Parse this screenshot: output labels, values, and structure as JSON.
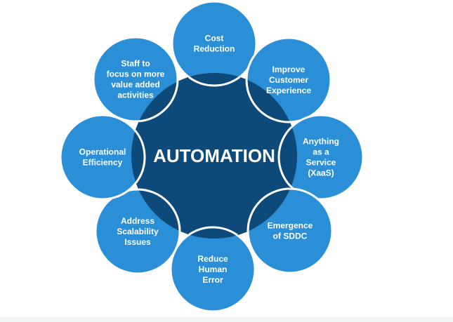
{
  "center": {
    "label": "AUTOMATION",
    "color": "#0d4a79"
  },
  "petal_color": "#2b8fd8",
  "petals": [
    {
      "name": "cost-reduction",
      "lines": [
        "Cost",
        "Reduction"
      ]
    },
    {
      "name": "improve-customer-experience",
      "lines": [
        "Improve",
        "Customer",
        "Experience"
      ]
    },
    {
      "name": "anything-as-a-service",
      "lines": [
        "Anything",
        "as a",
        "Service",
        "(XaaS)"
      ]
    },
    {
      "name": "emergence-of-sddc",
      "lines": [
        "Emergence",
        "of SDDC"
      ]
    },
    {
      "name": "reduce-human-error",
      "lines": [
        "Reduce",
        "Human",
        "Error"
      ]
    },
    {
      "name": "address-scalability-issues",
      "lines": [
        "Address",
        "Scalability",
        "Issues"
      ]
    },
    {
      "name": "operational-efficiency",
      "lines": [
        "Operational",
        "Efficiency"
      ]
    },
    {
      "name": "staff-to-focus",
      "lines": [
        "Staff to",
        "focus on more",
        "value added",
        "activities"
      ]
    }
  ]
}
